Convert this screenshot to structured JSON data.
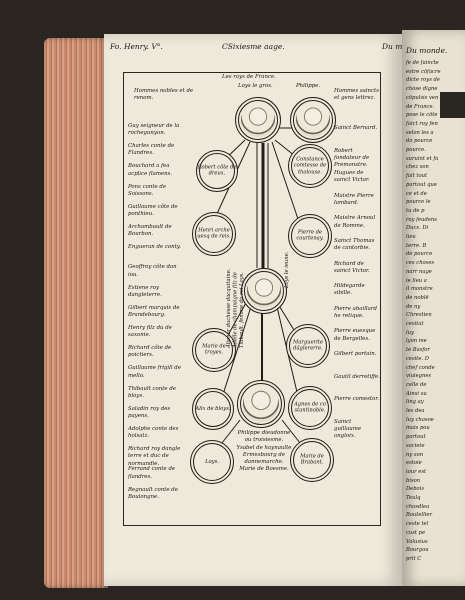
{
  "header": {
    "left": "Fo. Henry. V°.",
    "center": "CSixiesme aage.",
    "right": "Du monde."
  },
  "tree": {
    "top_title": "Les roys de France.",
    "col_heads": {
      "left": "Hommes nobles et de renom.",
      "center": "Loys le gros.",
      "center2": "Philippe.",
      "right": "Hommes saincts et gens lettrez."
    },
    "left_list": [
      "Guy seigneur de la rochegunyon.",
      "Charles conte de Flandres.",
      "Bouchard a fea acplice flamens.",
      "Pons conte de Soissons.",
      "Guillaume cõte de ponthieu.",
      "Archambault de Bourbon.",
      "Engueran de conty.",
      "Geoffroy cõte dan iou.",
      "Estiene roy dangleterre.",
      "Gilbert marquis de Brandebourg.",
      "Henry filz du de saxonie.",
      "Richard cõte de poictiers.",
      "Guillaume frigill de mello.",
      "Thibault conte de bloys.",
      "Saladin roy des payens.",
      "Adolphe conte des holsatz.",
      "Richard roy dangle terre et duc de normandie.",
      "Ferrand conte de flandres.",
      "Regnault conte de Boulongne."
    ],
    "right_list": [
      "Sainct Bernard.",
      "Robert fondateur de Premonstre.",
      "Hugues de sainct Victor.",
      "Maistre Pierre lombard.",
      "Maistre Arnoul de Romme.",
      "Sainct Thomas de cantorbie.",
      "Richard de sainct Victor.",
      "Hildegarde sibille.",
      "Pierre abaillard he retique.",
      "Pierre euesque de Bergelles.",
      "Gilbert portain.",
      "Gautil derretiffe.",
      "Pierre comestor.",
      "Sainct guillaume angloix."
    ],
    "circles": {
      "robert": "Robert cõte de dreux.",
      "constance": "Constance comtesse de tholouse.",
      "henri": "Henri arche uesq de reis.",
      "pierre": "Pierre de courtenay.",
      "marie": "Marie de troyes.",
      "marguerite": "Marguerite dãglererre.",
      "alix": "Alix de bloys.",
      "agnes": "Agnes de co stantinoble.",
      "loys": "Loys.",
      "marie2": "Marie de Brabant."
    },
    "center_vertical": "Alienor duchesse dacquitaine. Adelle de champaigne filz de Thibault. femme du roi Loys.",
    "center_vertical2": "Loys le ieune.",
    "bottom_caption": "Philippe dieudonne ou troisiesme. Ysabel de haynaulte Ermesbourg de dannemarche. Marie de Boesme."
  },
  "right_page": {
    "lines": [
      "fe de faincte",
      "estre cōfacre",
      "dicte roys de",
      "chose digne",
      "cōpulsis ven",
      "de France.",
      "pose le cōte",
      "faict roy fen",
      "selon les a",
      "do pource",
      "pource.",
      "suruint et fa",
      "chez son",
      "fait tout",
      "partout que",
      "ce et de",
      "pource le",
      "tu de p",
      "roy feudens",
      "Ducs. Di",
      "lieu",
      "terre. B",
      "de pource",
      "ces choses",
      "narr nage",
      "ie lieu a",
      "il monstre",
      "de noblē",
      "de ny",
      "Chrestien",
      "cesitat",
      "luy",
      "lyon me",
      "te Basfor",
      "cesite. D",
      "chef conde",
      "viuiegnes",
      "celle de",
      "Ainsi su",
      "ling ay",
      "les dea",
      "luy chasoe",
      "mais pou",
      "partout",
      "societe",
      "ny son",
      "estoie",
      "iour est",
      "bison",
      "Debois",
      "Teulq",
      "chosdlea",
      "Boutellier",
      "ceste tel",
      "cust pe",
      "Valusius",
      "Bourgou",
      "prit C"
    ]
  },
  "colors": {
    "paper": "#efe9db",
    "ink": "#171412",
    "edge": "#c98a6a",
    "background": "#2a2521"
  }
}
